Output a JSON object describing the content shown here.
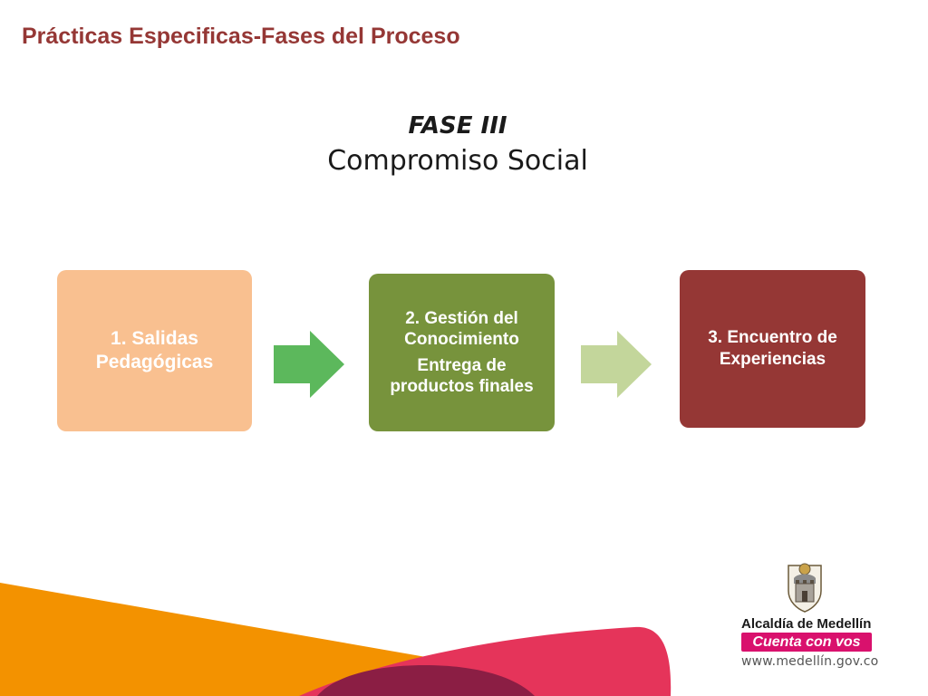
{
  "slide": {
    "title": "Prácticas Especificas-Fases del Proceso",
    "phase_label": "FASE III",
    "phase_name": "Compromiso Social"
  },
  "diagram": {
    "steps": [
      {
        "title": "1. Salidas Pedagógicas",
        "subtitle": "",
        "color": "#f9c090"
      },
      {
        "title": "2. Gestión del Conocimiento",
        "subtitle": "Entrega de productos finales",
        "color": "#77933c"
      },
      {
        "title": "3. Encuentro de Experiencias",
        "subtitle": "",
        "color": "#953735"
      }
    ],
    "arrows": [
      {
        "from": 1,
        "to": 2,
        "color": "#5cb85c",
        "icon": "right-arrow-icon"
      },
      {
        "from": 2,
        "to": 3,
        "color": "#c3d69b",
        "icon": "right-arrow-icon"
      }
    ]
  },
  "branding": {
    "name": "Alcaldía de Medellín",
    "slogan": "Cuenta con vos",
    "url": "www.medellín.gov.co",
    "crest_icon": "coat-of-arms-icon",
    "accent_colors": [
      "#f39200",
      "#e5345a",
      "#8b1e44"
    ]
  }
}
